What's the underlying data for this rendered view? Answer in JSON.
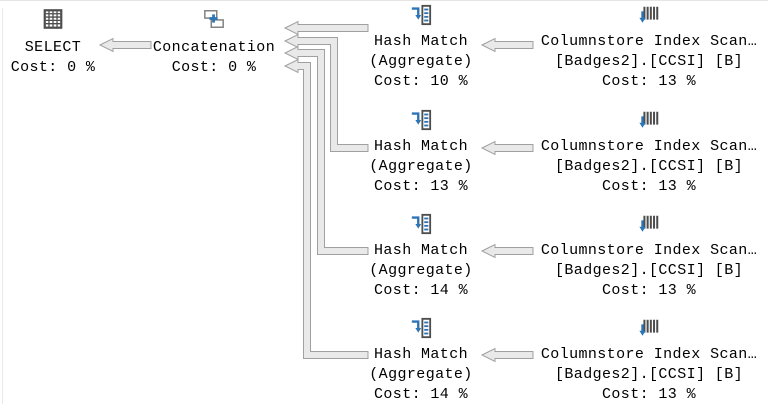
{
  "window": {
    "description": "SQL Server graphical execution plan pane",
    "background": "#ffffff"
  },
  "colors": {
    "icon_blue": "#2e75b6",
    "icon_gray": "#4d4d4d",
    "arrow_fill": "#e9e9e9",
    "arrow_border": "#a0a0a0",
    "text": "#000000"
  },
  "icons": {
    "select": "result-grid-icon",
    "concatenation": "concatenation-icon",
    "hash_match": "hash-match-aggregate-icon",
    "scan": "columnstore-index-scan-icon"
  },
  "plan": {
    "select": {
      "name": "SELECT",
      "cost": "Cost: 0 %"
    },
    "concatenation": {
      "name": "Concatenation",
      "cost": "Cost: 0 %"
    },
    "rows": [
      {
        "hash_match": {
          "title": "Hash Match",
          "subtitle": "(Aggregate)",
          "cost": "Cost: 10 %"
        },
        "scan": {
          "title": "Columnstore Index Scan…",
          "object": "[Badges2].[CCSI] [B]",
          "cost": "Cost: 13 %"
        }
      },
      {
        "hash_match": {
          "title": "Hash Match",
          "subtitle": "(Aggregate)",
          "cost": "Cost: 13 %"
        },
        "scan": {
          "title": "Columnstore Index Scan…",
          "object": "[Badges2].[CCSI] [B]",
          "cost": "Cost: 13 %"
        }
      },
      {
        "hash_match": {
          "title": "Hash Match",
          "subtitle": "(Aggregate)",
          "cost": "Cost: 14 %"
        },
        "scan": {
          "title": "Columnstore Index Scan…",
          "object": "[Badges2].[CCSI] [B]",
          "cost": "Cost: 13 %"
        }
      },
      {
        "hash_match": {
          "title": "Hash Match",
          "subtitle": "(Aggregate)",
          "cost": "Cost: 14 %"
        },
        "scan": {
          "title": "Columnstore Index Scan…",
          "object": "[Badges2].[CCSI] [B]",
          "cost": "Cost: 13 %"
        }
      }
    ]
  }
}
